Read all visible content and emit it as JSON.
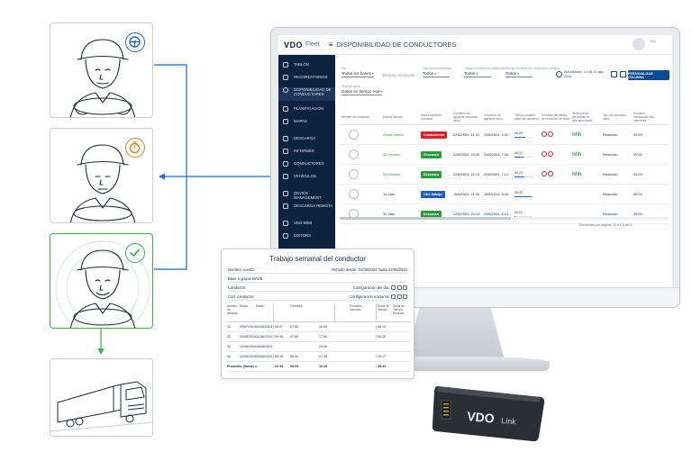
{
  "app": {
    "logo": "VDO",
    "logo_sub": "Fleet",
    "menu_icon": "menu-icon",
    "title": "DISPONIBILIDAD DE CONDUCTORES",
    "user_name": "Sim",
    "accent": "#0c4a8f",
    "sidebar_color": "#0c2340"
  },
  "sidebar": {
    "items": [
      {
        "label": "TABLÓN",
        "icon": "board-icon"
      },
      {
        "label": "RECORDATORIOS",
        "icon": "bell-icon"
      },
      {
        "label": "DISPONIBILIDAD DE CONDUCTORES",
        "icon": "clock-icon",
        "active": true
      },
      {
        "label": "PLANIFICACIÓN",
        "icon": "calendar-icon"
      },
      {
        "label": "MAPAS",
        "icon": "map-icon"
      },
      {
        "label": "DESCARGA",
        "icon": "download-icon"
      },
      {
        "label": "INFORMES",
        "icon": "report-icon"
      },
      {
        "label": "CONDUCTORES",
        "icon": "driver-icon"
      },
      {
        "label": "VEHÍCULOS",
        "icon": "truck-icon"
      },
      {
        "label": "DEVICE MANAGEMENT",
        "icon": "device-icon"
      },
      {
        "label": "DESCARGA REMOTA",
        "icon": "remote-download-icon"
      },
      {
        "label": "VDO WEB",
        "icon": "web-icon"
      },
      {
        "label": "EDITORS",
        "icon": "editor-icon"
      }
    ]
  },
  "filters": {
    "ver_label": "Ver",
    "ver_value": "Todos los bases",
    "search_placeholder": "Buscar conductor",
    "actividad_label": "Tipo actividad/estado",
    "actividad_value": "Todos",
    "tiempo_label": "Tiempo restante de conducción",
    "tiempo_value": "Todos",
    "semana_label": "Tiempo restante de conducción semana",
    "semana_value": "Todos",
    "vista_label": "Vista de tabla",
    "vista_value": "Datos en tiempo real",
    "updated": "Actualizado: 14:36 22 ago. 2024",
    "customize_button": "PERSONALIZAR COLUMNA"
  },
  "table": {
    "headers": [
      "Nombre del conductor",
      "Mostrar tiempo ↓",
      "Última actividad conocida",
      "Comienzo de siguiente descanso diario",
      "Comienzo de siguiente turno",
      "Tiempo restante antes del descanso",
      "Períodos permitidos de reducción de diario",
      "Reducciones permitidas de descanso diario",
      "Tipo del descanso diario",
      "Duración conducción días anteriores"
    ],
    "rows": [
      {
        "time": "Ahora mismo",
        "time_green": true,
        "activity": "Conduciendo",
        "activity_color": "#d6222a",
        "next_rest": "22/8/2024, 21:31",
        "next_shift": "23/8/2024, 4:31",
        "remaining": "06:22",
        "fill": 0.62,
        "rest_type": "Reducido",
        "prev": "09:00"
      },
      {
        "time": "32 minutos",
        "time_green": true,
        "activity": "Descanso",
        "activity_color": "#2f9a3c",
        "next_rest": "22/8/2024, 23:00",
        "next_shift": "23/8/2024, 7:00",
        "remaining": "05:17",
        "fill": 0.52,
        "rest_type": "Reducido",
        "prev": "09:00"
      },
      {
        "time": "53 minutos",
        "time_green": true,
        "activity": "Descanso",
        "activity_color": "#2f9a3c",
        "next_rest": "22/8/2024, 22:13",
        "next_shift": "22/8/2024, 7:13",
        "remaining": "05:22",
        "fill": 0.53,
        "rest_type": "Reducido",
        "prev": "09:00"
      },
      {
        "time": "14 días",
        "time_green": false,
        "activity": "Otro trabajo",
        "activity_color": "#1f5cc4",
        "next_rest": "19/8/2024, 21:40",
        "next_shift": "19/8/2024, 6:40",
        "remaining": "09:42",
        "fill": 0.95,
        "rest_type": "Reducido",
        "prev": "09:00"
      },
      {
        "time": "32 días",
        "time_green": false,
        "activity": "Descanso",
        "activity_color": "#2f9a3c",
        "next_rest": "22/8/2024, 20:14",
        "next_shift": "23/8/2024, 8:14",
        "remaining": "00:21",
        "fill": 0.05,
        "rest_type": "Reducido",
        "prev": "09:00"
      }
    ],
    "paging": "Elementos por página: 20  ▾  1-5 de 5"
  },
  "report": {
    "title": "Trabajo semanal del conductor",
    "name_label": "Nombre cuenta:",
    "period": "Período desde: 01/08/2024 hasta 22/08/2024",
    "base_label": "Base o grupo: BASE",
    "driver_label": "Conductor:",
    "day_config": "Configuración del día:",
    "code_label": "Cód. conductor:",
    "night_config": "Configuración nocturna:",
    "headers": [
      "Número de semana",
      "Desde",
      "Hasta",
      "",
      "Promedio",
      "",
      "",
      "",
      "Promedio nocturno",
      "",
      "Suma de Tiempo",
      "Suma de Tiempo Nocturno"
    ],
    "rows": [
      [
        "31",
        "29/07/2024",
        "04/08/2024",
        "08:47",
        "07:55",
        "",
        "10:53",
        "",
        "",
        "",
        "98:15",
        ""
      ],
      [
        "32",
        "05/08/2024",
        "11/08/2024",
        "09:35",
        "07:59",
        "",
        "17:55",
        "",
        "",
        "",
        "96:25",
        ""
      ],
      [
        "33",
        "12/08/2024",
        "18/08/2024",
        "",
        "",
        "",
        "20:39",
        "",
        "",
        "",
        "",
        ""
      ],
      [
        "34",
        "19/08/2024",
        "25/08/2024",
        "09:35",
        "08:44",
        "",
        "07:30",
        "",
        "",
        "",
        "29:17",
        ""
      ]
    ],
    "total": [
      "Promedio (Suma) 4",
      "02:39",
      "08:53",
      "",
      "16:28",
      "",
      "",
      "",
      "39:43",
      ""
    ]
  },
  "device": {
    "brand": "VDO",
    "model": "Link"
  },
  "driver_cards": [
    {
      "badge": "steering-wheel-icon",
      "color": "#1f6ac4"
    },
    {
      "badge": "stopwatch-icon",
      "color": "#ee7d23"
    },
    {
      "badge": "check-icon",
      "color": "#3fae49"
    }
  ]
}
